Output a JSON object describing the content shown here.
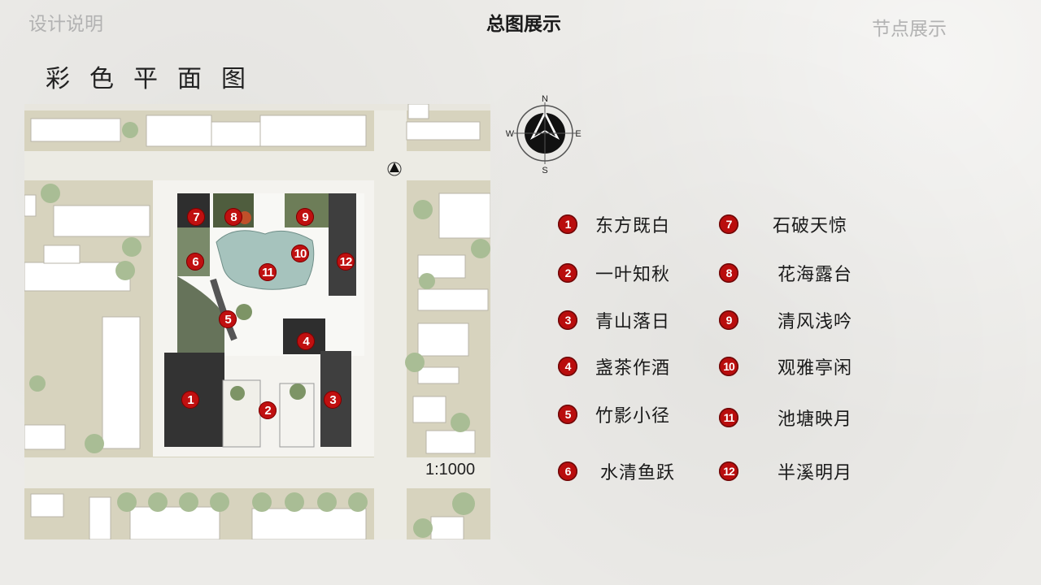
{
  "nav": {
    "left": "设计说明",
    "center": "总图展示",
    "right": "节点展示"
  },
  "page_title": "彩色平面图",
  "plan": {
    "scale": "1:1000",
    "markers": [
      "1",
      "2",
      "3",
      "4",
      "5",
      "6",
      "7",
      "8",
      "9",
      "10",
      "11",
      "12"
    ]
  },
  "compass": {
    "n": "N",
    "s": "S",
    "e": "E",
    "w": "W"
  },
  "legend": [
    {
      "num": "1",
      "label": "东方既白"
    },
    {
      "num": "2",
      "label": "一叶知秋"
    },
    {
      "num": "3",
      "label": "青山落日"
    },
    {
      "num": "4",
      "label": "盏茶作酒"
    },
    {
      "num": "5",
      "label": "竹影小径"
    },
    {
      "num": "6",
      "label": "水清鱼跃"
    },
    {
      "num": "7",
      "label": "石破天惊"
    },
    {
      "num": "8",
      "label": "花海露台"
    },
    {
      "num": "9",
      "label": "清风浅吟"
    },
    {
      "num": "10",
      "label": "观雅亭闲"
    },
    {
      "num": "11",
      "label": "池塘映月"
    },
    {
      "num": "12",
      "label": "半溪明月"
    }
  ],
  "colors": {
    "marker": "#b90d0d",
    "grass": "#d6d2bd",
    "road": "#ebe9e1",
    "building": "#ffffff",
    "dark_roof": "#3c3c3c",
    "pond": "#a9c6c1",
    "tree": "#a8bb94"
  }
}
